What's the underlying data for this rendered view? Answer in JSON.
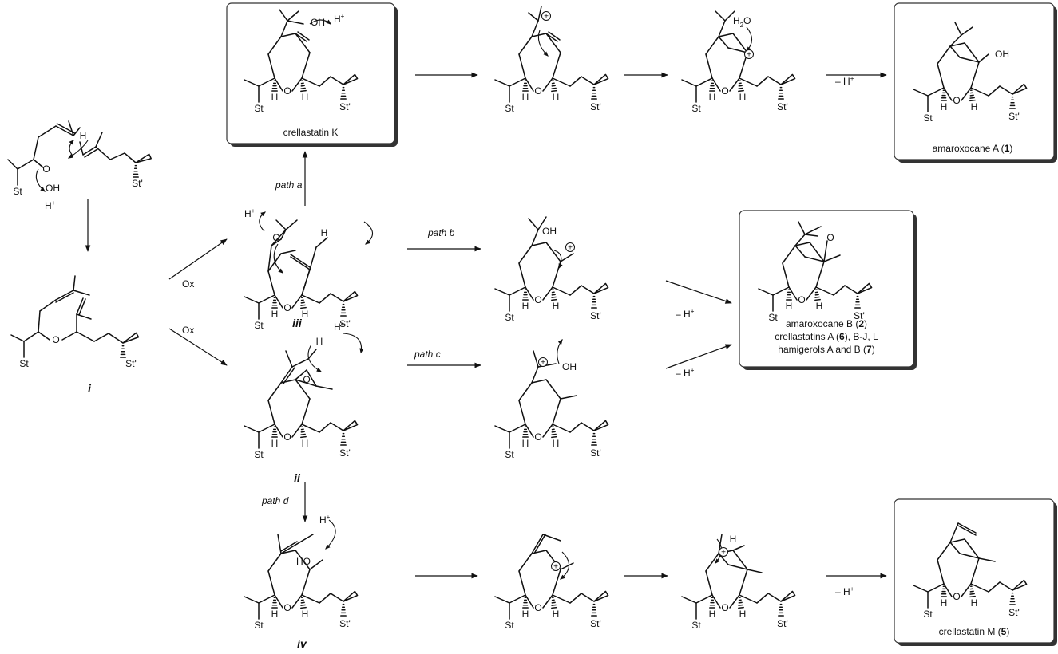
{
  "labels": {
    "crellastatin_k": "crellastatin K",
    "amaroxocane_a": "amaroxocane A (",
    "amaroxocane_a_num": "1",
    "amaroxocane_a_close": ")",
    "amaroxocane_b_line": "amaroxocane B (",
    "amaroxocane_b_num": "2",
    "amaroxocane_b_close": ")",
    "crellastatins_line_a": "crellastatins A (",
    "crellastatins_num": "6",
    "crellastatins_line_b": "), B-J, L",
    "hamigerols_line_a": "hamigerols A and B (",
    "hamigerols_num": "7",
    "hamigerols_close": ")",
    "crellastatin_m": "crellastatin M (",
    "crellastatin_m_num": "5",
    "crellastatin_m_close": ")"
  },
  "intermediates": {
    "i": "i",
    "ii": "ii",
    "iii": "iii",
    "iv": "iv"
  },
  "paths": {
    "a": "path a",
    "b": "path b",
    "c": "path c",
    "d": "path d"
  },
  "reagents": {
    "ox": "Ox",
    "minus_h": "– H",
    "plus_sup": "+",
    "h_plus": "H",
    "h2o_h": "H",
    "h2o_2": "2",
    "h2o_o": "O"
  },
  "atoms": {
    "st": "St",
    "st_prime": "St'",
    "o": "O",
    "oh": "OH",
    "ho": "HO",
    "h": "H",
    "plus": "+"
  }
}
